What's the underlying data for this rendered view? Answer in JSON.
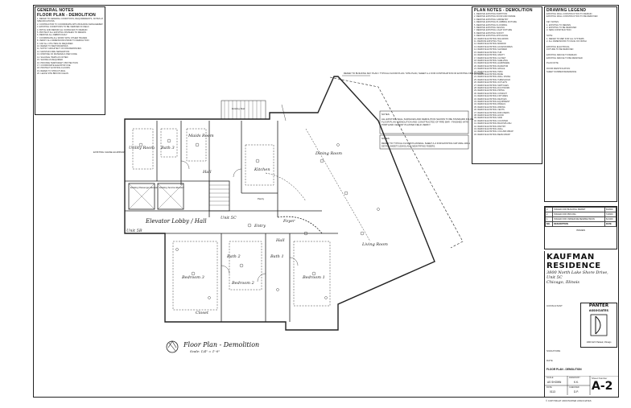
{
  "general_notes": {
    "title": "GENERAL NOTES\nFLOOR PLAN - DEMOLITION",
    "lines": [
      "1. REFER TO GENERAL CONDITIONS, REQUIREMENTS, NOTES AND",
      "SPECIFICATIONS.",
      "2. CONTRACTOR TO COORDINATE WITH BUILDING MANAGEMENT",
      "3. EXISTING CONDITIONS TO BE VERIFIED IN FIELD",
      "4. PATCH AND REPAIR ALL SURFACES TO REMAIN",
      "5. PROTECT ALL EXISTING FINISHES TO REMAIN",
      "6. REMOVE ALL DEBRIS DAILY",
      "7. COORDINATE ALL WORK WITH OTHER TRADES",
      "8. VERIFY ALL DIMENSIONS PRIOR TO DEMOLITION",
      "9. CAP ALL UTILITIES AS REQUIRED",
      "10. REFER TO MEP DRAWINGS",
      "11. NOTIFY ARCHITECT OF DISCREPANCIES",
      "12. MAINTAIN FIRE SEPARATION",
      "13. DISPOSE OF MATERIALS PER CODE",
      "14. SALVAGE ITEMS AS NOTED",
      "15. SHORE AS REQUIRED",
      "16. PROVIDE TEMPORARY PROTECTION",
      "17. COORDINATE ELEVATOR USE",
      "18. PROTECT EXISTING FLOORS",
      "19. REFER TO STRUCTURAL",
      "20. LEAVE SITE BROOM CLEAN"
    ]
  },
  "plan_notes": {
    "title": "PLAN NOTES - DEMOLITION",
    "lines": [
      "1. REMOVE EXISTING PARTITION",
      "2. REMOVE EXISTING DOOR AND FRAME",
      "3. REMOVE EXISTING CABINETRY",
      "4. REMOVE EXISTING PLUMBING FIXTURE",
      "5. REMOVE EXISTING FLOORING",
      "6. REMOVE EXISTING CEILING",
      "7. REMOVE EXISTING LIGHT FIXTURE",
      "8. REMOVE EXISTING SOFFIT",
      "9. REMOVE EXISTING APPLIANCE",
      "10. REMOVE EXISTING MILLWORK",
      "11. REMOVE EXISTING TILE",
      "12. REMOVE EXISTING MIRROR",
      "13. REMOVE EXISTING ACCESSORIES",
      "14. REMOVE EXISTING SHOWER",
      "15. REMOVE EXISTING TUB",
      "16. REMOVE EXISTING VANITY",
      "17. REMOVE EXISTING CLOSET",
      "18. REMOVE EXISTING SHELVING",
      "19. REMOVE EXISTING HARDWARE",
      "20. REMOVE EXISTING RADIATOR",
      "21. REMOVE EXISTING GRILLE",
      "22. REMOVE EXISTING TRIM",
      "23. REMOVE EXISTING BASE",
      "24. REMOVE EXISTING WALL FINISH",
      "25. REMOVE EXISTING THRESHOLD",
      "26. REMOVE EXISTING OUTLETS",
      "27. REMOVE EXISTING SWITCHES",
      "28. REMOVE EXISTING DUCTWORK",
      "29. REMOVE EXISTING PIPING",
      "30. REMOVE EXISTING CONDUIT",
      "31. REMOVE EXISTING FIXTURES",
      "32. REMOVE EXISTING DEVICES",
      "33. REMOVE EXISTING EQUIPMENT",
      "34. REMOVE EXISTING PANELS",
      "35. REMOVE EXISTING WIRING",
      "36. REMOVE EXISTING VENTS",
      "37. REMOVE EXISTING DIFFUSERS",
      "38. REMOVE EXISTING HOOD",
      "39. REMOVE EXISTING SINK",
      "40. REMOVE EXISTING COUNTER",
      "41. REMOVE EXISTING BACKSPLASH",
      "42. REMOVE EXISTING PANTRY",
      "43. REMOVE EXISTING WALL",
      "44. REMOVE EXISTING COLUMN WRAP",
      "45. REMOVE EXISTING BEAM WRAP"
    ]
  },
  "legend": {
    "title": "DRAWING LEGEND",
    "lines": [
      "EXISTING WALL CONSTRUCTION TO REMAIN",
      "EXISTING WALL CONSTRUCTION TO BE REMOVED",
      "",
      "KEY NOTES:",
      "1. EXISTING TO REMAIN",
      "2. EXISTING TO BE REMOVED",
      "3. NEW CONSTRUCTION",
      "",
      "NOTE:",
      "1. REFER TO MEP FOR ALL SYSTEMS",
      "2. ALL DIMENSIONS TO FACE OF FINISH",
      "",
      "EXISTING ELECTRICAL",
      "FIXTURE TO BE REMOVED",
      "",
      "EXISTING DEVICE TO REMAIN",
      "EXISTING DEVICE TO BE REMOVED",
      "",
      "PLAN NOTE",
      "",
      "ROOM IDENTIFICATION",
      "SHEET NUMBER REFERENCE"
    ]
  },
  "revisions": {
    "rows": [
      [
        "3",
        "ISSUED FOR BUILDING PERMIT",
        "6/18/09"
      ],
      [
        "2",
        "ISSUED FOR PRICING",
        "7/20/09"
      ],
      [
        "1",
        "ISSUED FOR OWNER REVIEW/REVISION",
        "6/21/09"
      ]
    ],
    "headers": [
      "NO.",
      "DESCRIPTION",
      "DATE"
    ],
    "label": "ISSUES"
  },
  "project": {
    "name_1": "KAUFMAN",
    "name_2": "RESIDENCE",
    "address_1": "3800 North Lake Shore Drive,",
    "address_2": "Unit 5C",
    "address_3": "Chicago, Illinois",
    "consultant_label": "CONSULTANT",
    "firm_1": "PANTER",
    "firm_2": "ASSOCIATES",
    "firm_address": "1000 North Halsted, Chicago",
    "signature_label": "SIGNATURE",
    "date_label": "DATE"
  },
  "sheet": {
    "title": "FLOOR PLAN - DEMOLITION",
    "scale_label": "SCALE",
    "scale_value": "AS SHOWN",
    "drawn_label": "DRAWN BY",
    "drawn_value": "K.K.",
    "date_label": "DATE",
    "date_value": "0113",
    "checked_label": "CHECKED",
    "checked_value": "D.P.",
    "sheet_label": "Sheet Number",
    "number": "A-2",
    "copyright": "© COPYRIGHT 2009 PANTER ASSOCIATES"
  },
  "plan": {
    "title": "Floor Plan - Demolition",
    "scale": "Scale: 1/4\" = 1'-0\"",
    "rooms": {
      "utility": "Utility Room",
      "bath3": "Bath 3",
      "maids": "Maids Room",
      "hall1": "Hall",
      "kitchen": "Kitchen",
      "dining": "Dining Room",
      "living": "Living Room",
      "foyer": "Foyer",
      "entry": "Entry",
      "elevator": "Elevator Lobby / Hall",
      "unit_sc_1": "Unit 5C",
      "unit_sc_2": "Unit 5B",
      "bedroom3": "Bedroom 3",
      "bedroom2": "Bedroom 2",
      "bedroom1": "Bedroom 1",
      "bath2": "Bath 2",
      "bath1": "Bath 1",
      "hall2": "Hall",
      "closet": "Closet",
      "existing_elev_1": "Existing Passenger Elevator",
      "existing_elev_2": "Existing Service Elevator",
      "existing_stair": "Existing Stair",
      "pantry": "Pantry"
    },
    "callout_1": "REFER TO BUILDING KEY PLAN / TYPICAL FLOOR PLAN / SITE PLAN, SHEET A-1 FOR CONTINUATION OF EXISTING FIRE ESCAPE",
    "note_a": "ALL EXISTING WALL SURFACES AND DEMOLITION SHOWN TO BE STANDARD IN LIKE FLOOR PLAN - DEMOLITION AND CONSTRUCTED OF FIRE BAR - FINISHED WITH PORTLAND CEMENT PLASTER FIELD VERIFY.",
    "note_b": "REFER TO TYPICAL FLOOR PLAN/WALL SHEET A-3 FOR EXISTING NATURAL WALL DETAIL SHEETS (DWG) AND NEW PIPING RISERS.",
    "notes_label": "NOTES:",
    "note_small": "EXISTING CHASE ALUMINUM"
  }
}
